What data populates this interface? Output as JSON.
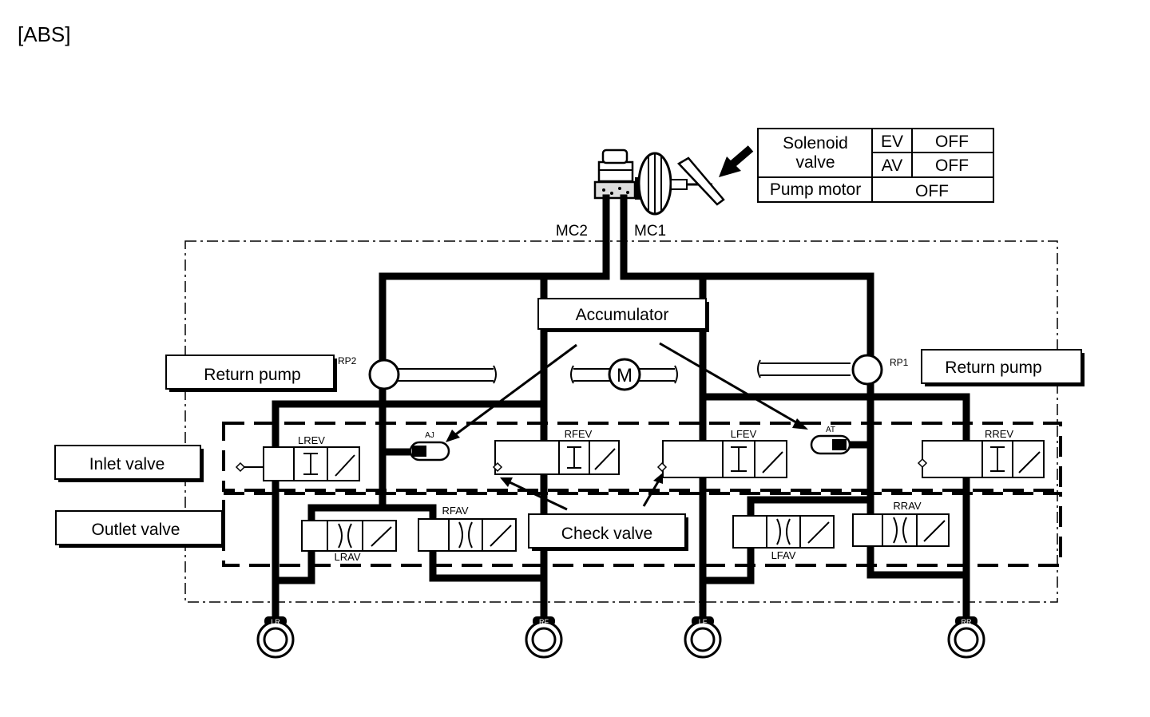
{
  "title": "[ABS]",
  "status_table": {
    "solenoid_label_line1": "Solenoid",
    "solenoid_label_line2": "valve",
    "ev_label": "EV",
    "ev_state": "OFF",
    "av_label": "AV",
    "av_state": "OFF",
    "pump_motor_label": "Pump motor",
    "pump_motor_state": "OFF"
  },
  "callouts": {
    "accumulator": "Accumulator",
    "return_pump_left": "Return pump",
    "return_pump_right": "Return pump",
    "inlet_valve": "Inlet valve",
    "outlet_valve": "Outlet valve",
    "check_valve": "Check valve"
  },
  "lines": {
    "mc2": "MC2",
    "mc1": "MC1",
    "rp2": "RP2",
    "rp1": "RP1",
    "motor": "M"
  },
  "valves": {
    "inlet": [
      "LREV",
      "RFEV",
      "LFEV",
      "RREV"
    ],
    "outlet": [
      "LRAV",
      "RFAV",
      "LFAV",
      "RRAV"
    ]
  },
  "accumulators": [
    "AJ",
    "AT"
  ],
  "wheels": [
    "LR",
    "RF",
    "LF",
    "RR"
  ]
}
